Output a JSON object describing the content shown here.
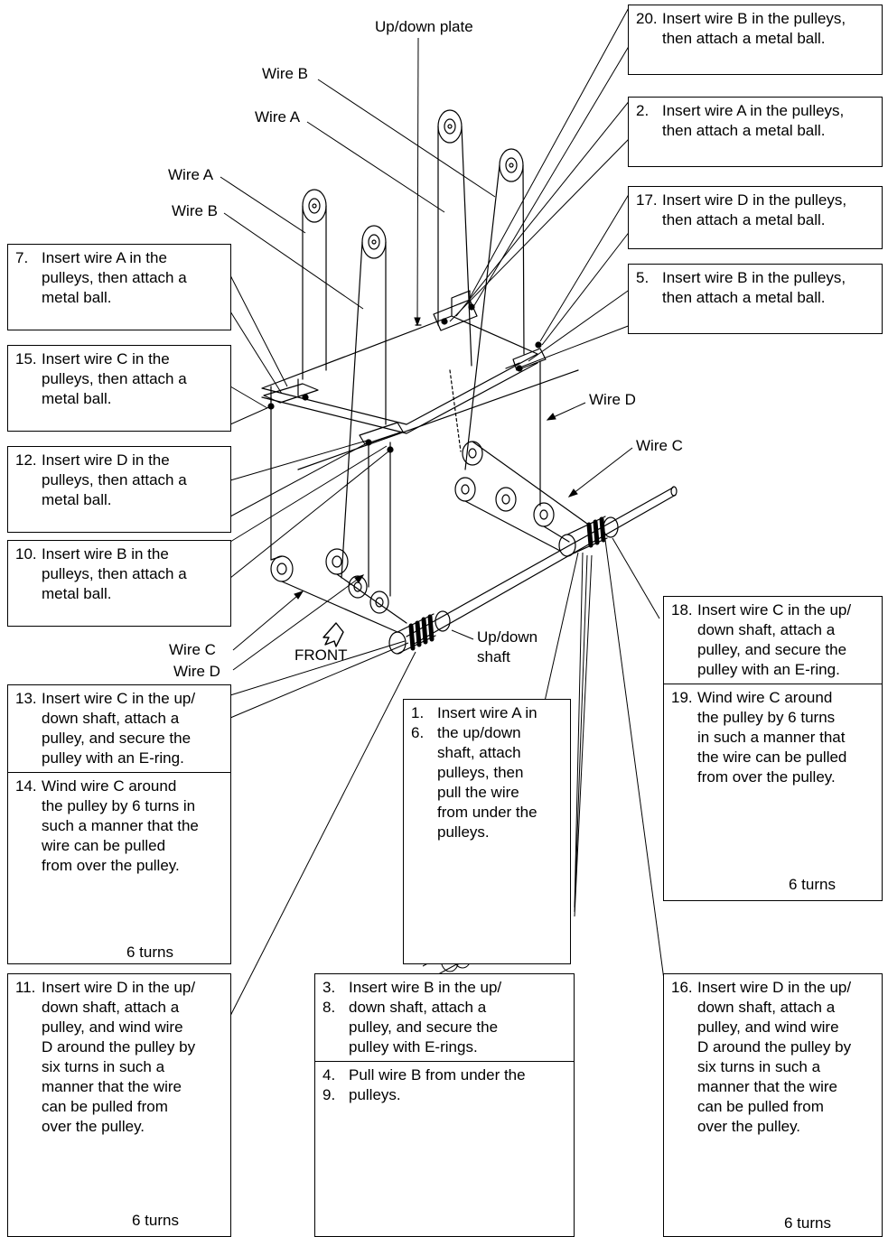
{
  "labels": {
    "up_down_plate": "Up/down plate",
    "wire_b_top": "Wire B",
    "wire_a_top": "Wire A",
    "wire_a_left": "Wire A",
    "wire_b_left": "Wire B",
    "wire_d_right": "Wire D",
    "wire_c_right": "Wire C",
    "wire_c_bottom": "Wire C",
    "wire_d_bottom": "Wire D",
    "front": "FRONT",
    "shaft_line1": "Up/down",
    "shaft_line2": "shaft"
  },
  "steps": {
    "s20": {
      "num": "20.",
      "line1": "Insert wire B in the pulleys,",
      "line2": "then attach a metal ball."
    },
    "s2": {
      "num": "2.",
      "line1": "Insert wire A in the pulleys,",
      "line2": "then attach a metal ball."
    },
    "s17": {
      "num": "17.",
      "line1": "Insert wire D in the pulleys,",
      "line2": "then attach a metal ball."
    },
    "s5": {
      "num": "5.",
      "line1": "Insert wire B in the pulleys,",
      "line2": "then attach a metal ball."
    },
    "s7": {
      "num": "7.",
      "line1": "Insert wire A in the",
      "line2": "pulleys, then attach a",
      "line3": "metal ball."
    },
    "s15": {
      "num": "15.",
      "line1": "Insert wire C in the",
      "line2": "pulleys, then attach a",
      "line3": "metal ball."
    },
    "s12": {
      "num": "12.",
      "line1": "Insert wire D in the",
      "line2": "pulleys, then attach a",
      "line3": "metal ball."
    },
    "s10": {
      "num": "10.",
      "line1": "Insert wire B in the",
      "line2": "pulleys, then attach a",
      "line3": "metal ball."
    },
    "s13": {
      "num": "13.",
      "line1": "Insert wire C in the up/",
      "line2": "down shaft, attach a",
      "line3": "pulley, and secure the",
      "line4": "pulley with an E-ring."
    },
    "s14": {
      "num": "14.",
      "line1": "Wind wire C around",
      "line2": "the pulley by 6 turns in",
      "line3": "such a manner that the",
      "line4": "wire can be pulled",
      "line5": "from over the pulley.",
      "turns": "6 turns"
    },
    "s18": {
      "num": "18.",
      "line1": "Insert wire C in the up/",
      "line2": "down shaft, attach a",
      "line3": "pulley, and secure the",
      "line4": "pulley with an E-ring."
    },
    "s19": {
      "num": "19.",
      "line1": "Wind wire C around",
      "line2": "the pulley by 6 turns",
      "line3": "in such a manner that",
      "line4": "the wire can be pulled",
      "line5": "from over the pulley.",
      "turns": "6 turns"
    },
    "s1_6": {
      "num1": "1.",
      "num2": "6.",
      "line1": "Insert wire A in",
      "line2": "the up/down",
      "line3": "shaft, attach",
      "line4": "pulleys, then",
      "line5": "pull the wire",
      "line6": "from under the",
      "line7": "pulleys."
    },
    "s11": {
      "num": "11.",
      "line1": "Insert wire D in the up/",
      "line2": "down shaft, attach a",
      "line3": "pulley, and wind wire",
      "line4": "D around the pulley by",
      "line5": "six turns in such a",
      "line6": "manner that the wire",
      "line7": "can be pulled from",
      "line8": "over the pulley.",
      "turns": "6 turns"
    },
    "s3_8": {
      "num1": "3.",
      "num2": "8.",
      "line1": "Insert wire B in the up/",
      "line2": "down shaft, attach a",
      "line3": "pulley, and secure the",
      "line4": "pulley with E-rings."
    },
    "s4_9": {
      "num1": "4.",
      "num2": "9.",
      "line1": "Pull wire B from under the",
      "line2": "pulleys."
    },
    "s16": {
      "num": "16.",
      "line1": "Insert wire D in the up/",
      "line2": "down shaft, attach a",
      "line3": "pulley, and wind wire",
      "line4": "D around the pulley by",
      "line5": "six turns in such a",
      "line6": "manner that the wire",
      "line7": "can be pulled from",
      "line8": "over the pulley.",
      "turns": "6 turns"
    }
  }
}
